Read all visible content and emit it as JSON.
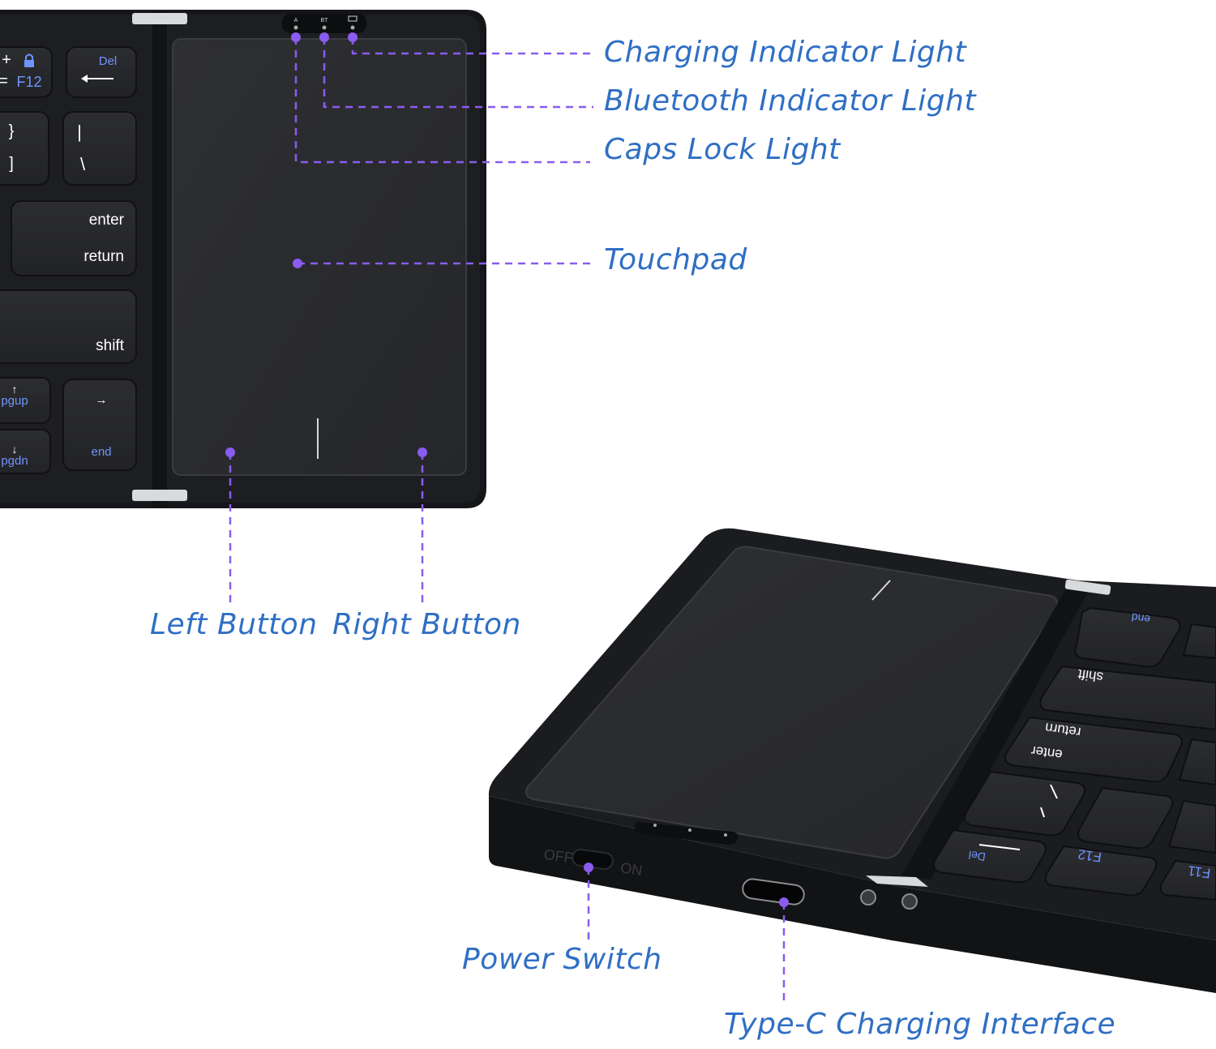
{
  "labels": {
    "charging_light": "Charging Indicator Light",
    "bluetooth_light": "Bluetooth Indicator Light",
    "caps_lock_light": "Caps Lock Light",
    "touchpad": "Touchpad",
    "left_button": "Left Button",
    "right_button": "Right Button",
    "power_switch": "Power Switch",
    "type_c": "Type-C Charging Interface"
  },
  "indicator_marks": {
    "caps": "A",
    "bt": "BT"
  },
  "top_keys": {
    "del": "Del",
    "f12": "F12",
    "plus": "+",
    "equals": "=",
    "brace": "}",
    "bracket": "]",
    "pipe": "|",
    "backslash": "\\",
    "enter": "enter",
    "return": "return",
    "shift": "shift",
    "pgup": "pgup",
    "pgdn": "pgdn",
    "end": "end",
    "right_arrow": "→"
  },
  "bottom_device": {
    "off": "OFF",
    "on": "ON",
    "keys": {
      "end": "end",
      "shift": "shift",
      "return": "return",
      "enter": "enter",
      "del": "Del",
      "f12": "F12",
      "f11": "F11"
    }
  },
  "colors": {
    "label_blue": "#2f6fc4",
    "leader_purple": "#8a5cf0",
    "device_body": "#1b1c1f",
    "touchpad_surface": "#2b2c30",
    "key_legend_blue": "#6f94ff"
  }
}
